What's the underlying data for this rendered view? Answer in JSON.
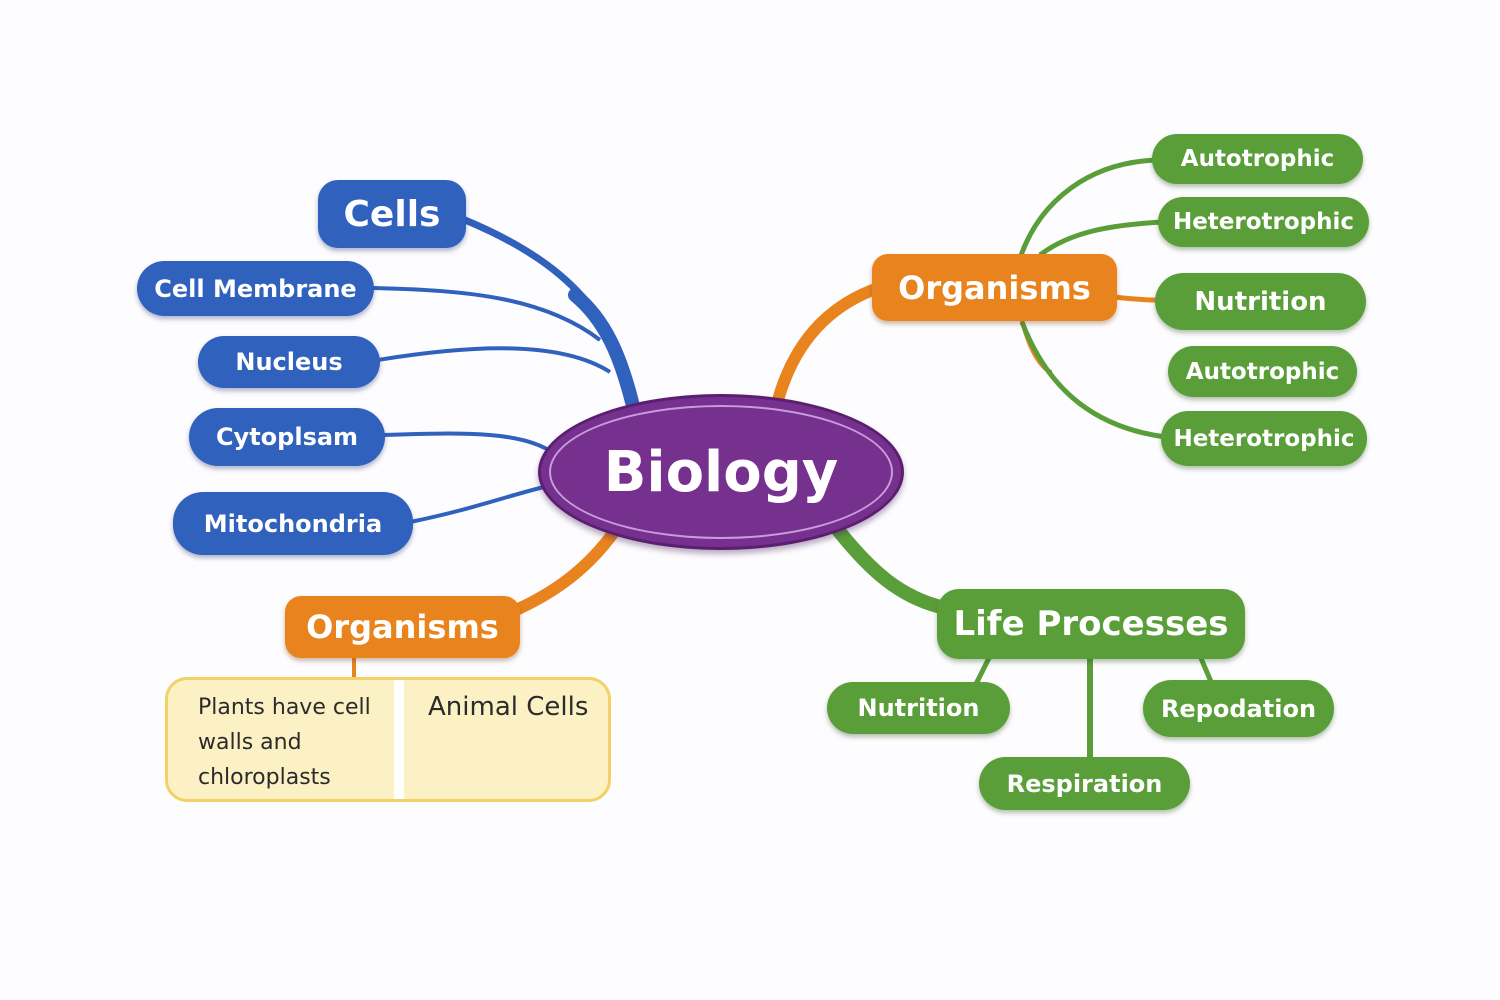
{
  "colors": {
    "center": "#76308e",
    "cells_branch": "#2f61bd",
    "organisms_branch": "#e8831e",
    "life_branch": "#5a9e3a",
    "note_fill": "#fcf1c4",
    "note_border": "#f2d266"
  },
  "center": {
    "label": "Biology"
  },
  "cells": {
    "title": "Cells",
    "items": [
      "Cell Membrane",
      "Nucleus",
      "Cytoplsam",
      "Mitochondria"
    ]
  },
  "organisms_top": {
    "title": "Organisms",
    "items": [
      "Autotrophic",
      "Heterotrophic",
      "Nutrition",
      "Autotrophic",
      "Heterotrophic"
    ]
  },
  "organisms_bottom": {
    "title": "Organisms",
    "note_left": "Plants have cell walls and chloroplasts",
    "note_right": "Animal Cells"
  },
  "life_processes": {
    "title": "Life Processes",
    "items": [
      "Nutrition",
      "Repodation",
      "Respiration"
    ]
  }
}
